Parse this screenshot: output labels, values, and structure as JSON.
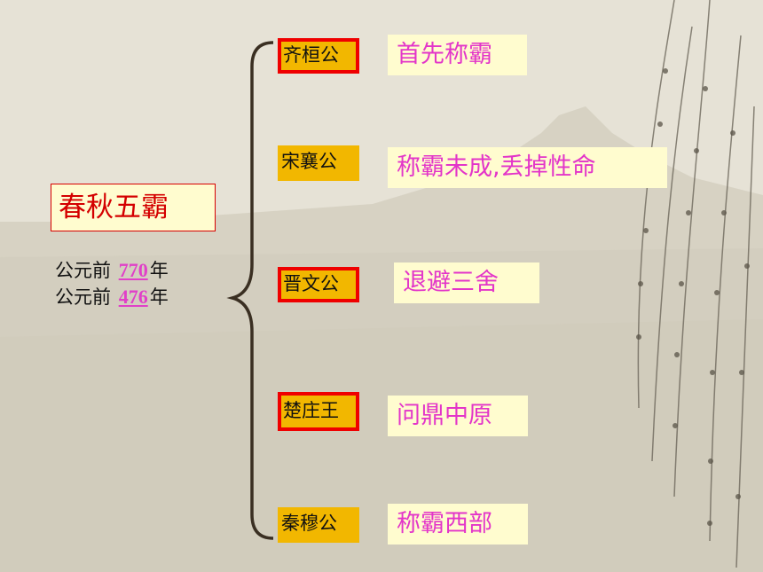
{
  "title": "春秋五霸",
  "years": {
    "start_prefix": "公元前 ",
    "start_num": "770",
    "start_suffix": "年",
    "end_prefix": "公元前 ",
    "end_num": "476",
    "end_suffix": "年"
  },
  "hegemons": [
    {
      "name": "齐桓公",
      "desc": "首先称霸",
      "highlight": true
    },
    {
      "name": "宋襄公",
      "desc": "称霸未成,丢掉性命",
      "highlight": false
    },
    {
      "name": "晋文公",
      "desc": "退避三舍",
      "highlight": true
    },
    {
      "name": "楚庄王",
      "desc": "问鼎中原",
      "highlight": true
    },
    {
      "name": "秦穆公",
      "desc": "称霸西部",
      "highlight": false
    }
  ],
  "colors": {
    "name_fill": "#f2b700",
    "highlight_border": "#ef0000",
    "desc_text": "#e335c9",
    "title_text": "#d40000"
  }
}
